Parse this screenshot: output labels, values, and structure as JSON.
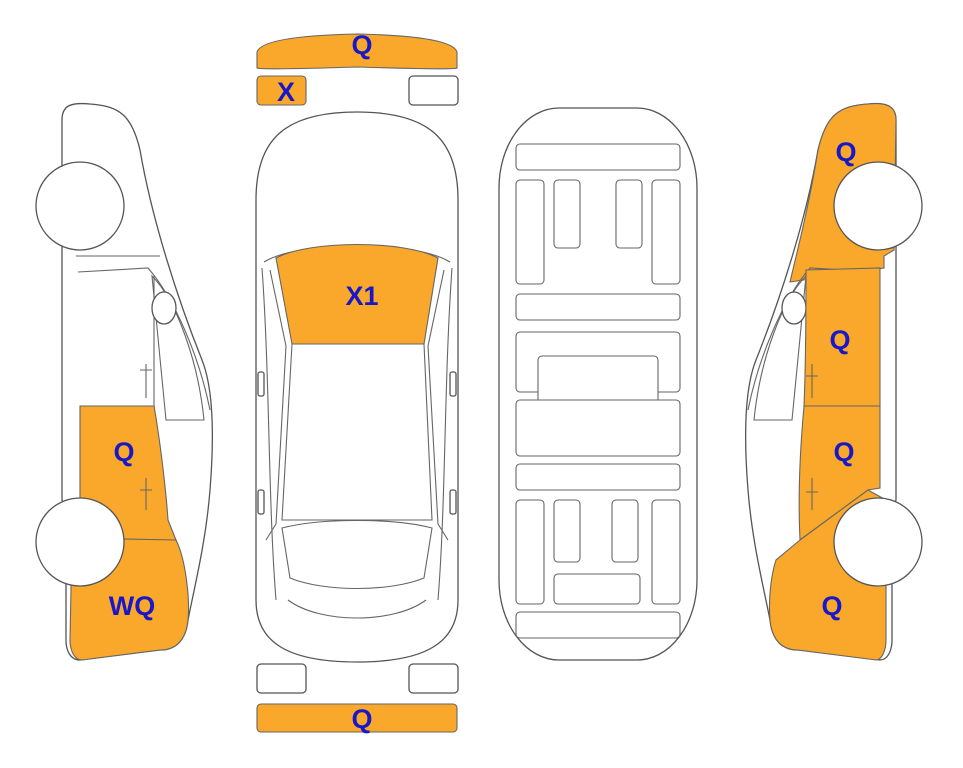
{
  "colors": {
    "damage": "#f9a82b",
    "label": "#1818c8",
    "outline": "#555555",
    "panel": "#ffffff"
  },
  "labels": {
    "front_bumper": "Q",
    "front_plate_left": "X",
    "windshield": "X1",
    "rear_bumper": "Q",
    "left_rear_door": "Q",
    "left_rear_quarter": "WQ",
    "right_front_fender": "Q",
    "right_front_door": "Q",
    "right_rear_door": "Q",
    "right_rear_quarter": "Q"
  }
}
